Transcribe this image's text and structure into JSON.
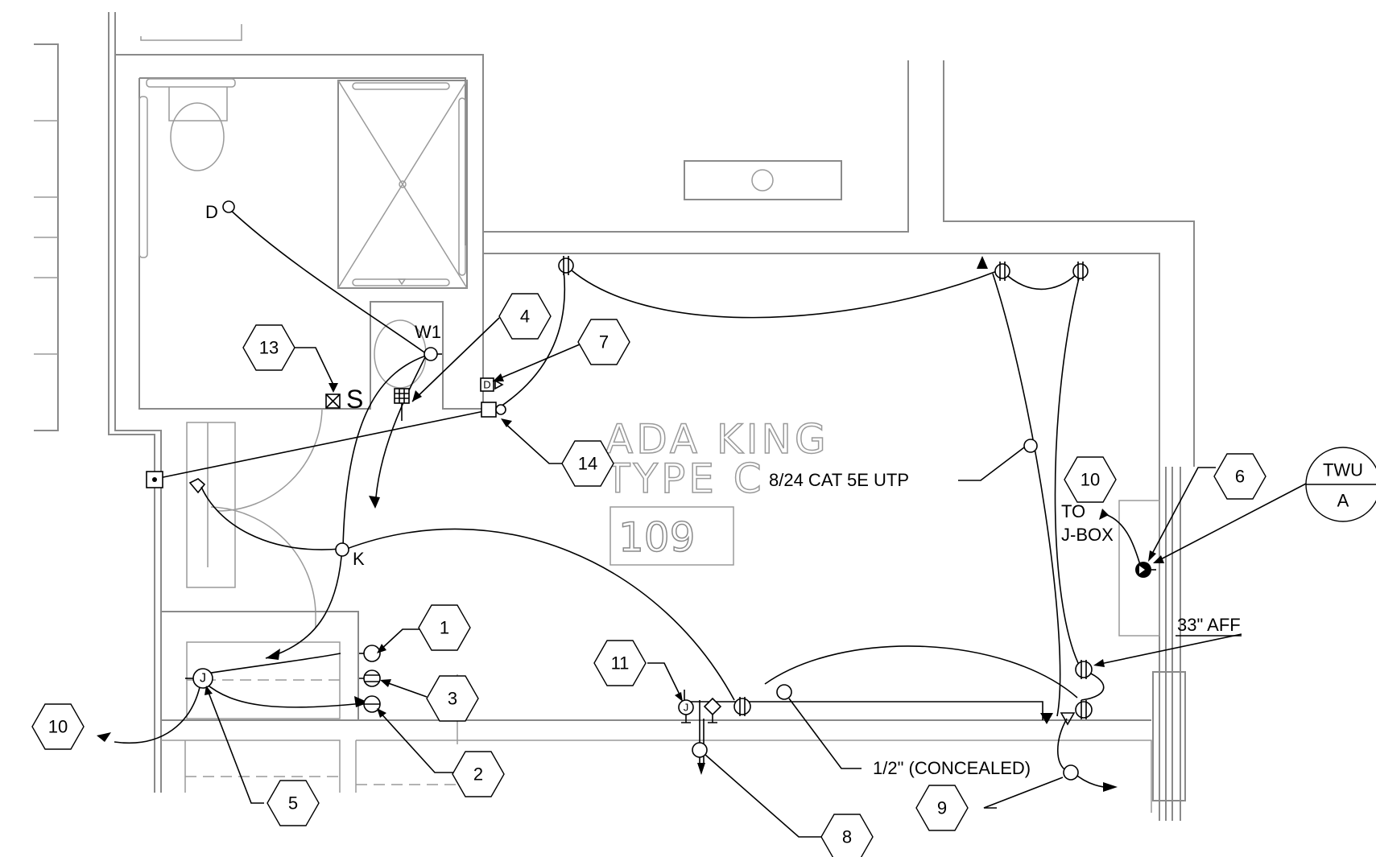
{
  "room": {
    "name_line1": "ADA KING",
    "name_line2": "TYPE C",
    "number": "109"
  },
  "tags": [
    {
      "id": "tag-1",
      "label": "1"
    },
    {
      "id": "tag-2",
      "label": "2"
    },
    {
      "id": "tag-3",
      "label": "3"
    },
    {
      "id": "tag-4",
      "label": "4"
    },
    {
      "id": "tag-5",
      "label": "5"
    },
    {
      "id": "tag-6",
      "label": "6"
    },
    {
      "id": "tag-7",
      "label": "7"
    },
    {
      "id": "tag-8",
      "label": "8"
    },
    {
      "id": "tag-9",
      "label": "9"
    },
    {
      "id": "tag-10a",
      "label": "10"
    },
    {
      "id": "tag-10b",
      "label": "10"
    },
    {
      "id": "tag-11",
      "label": "11"
    },
    {
      "id": "tag-13",
      "label": "13"
    },
    {
      "id": "tag-14",
      "label": "14"
    }
  ],
  "notes": {
    "cat5": "8/24 CAT 5E UTP",
    "concealed": "1/2\" (CONCEALED)",
    "aff": "33\" AFF",
    "to": "TO",
    "jbox": "J-BOX"
  },
  "device_labels": {
    "d": "D",
    "w1": "W1",
    "k": "K",
    "j": "J",
    "s": "S",
    "dev_d": "D"
  },
  "twu": {
    "top": "TWU",
    "bottom": "A"
  }
}
